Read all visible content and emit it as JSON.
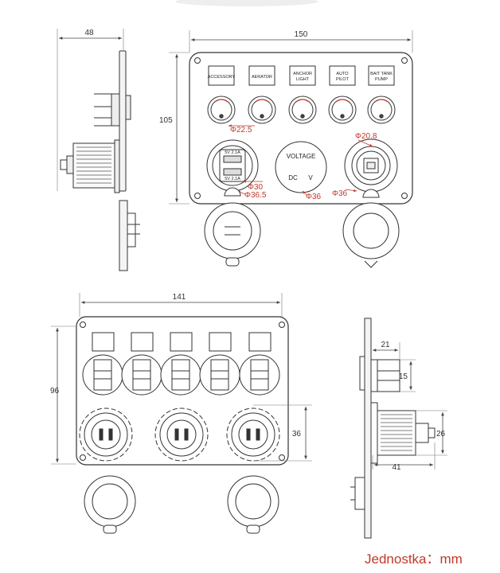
{
  "top_view": {
    "side_width": "48",
    "width": "150",
    "height": "105",
    "switch_labels": [
      [
        "ACCESSORY"
      ],
      [
        "AERATOR"
      ],
      [
        "ANCHOR",
        "LIGHT"
      ],
      [
        "AUTO",
        "PILOT"
      ],
      [
        "BAIT TANK",
        "PUMP"
      ]
    ],
    "dia_switch": "Φ22.5",
    "dia_usb_body": "Φ30",
    "dia_usb_outer": "Φ36.5",
    "dia_volt": "Φ36",
    "dia_lighter_inner": "Φ20.8",
    "dia_lighter_outer": "Φ36",
    "usb_top": "5V  2.1A",
    "usb_bottom": "5V  2.1A",
    "voltage_label": "VOLTAGE",
    "voltage_dc": "DC",
    "voltage_v": "V"
  },
  "back_view": {
    "width": "141",
    "height": "96",
    "socket_height": "36"
  },
  "side_view": {
    "a": "21",
    "b": "15",
    "c": "26",
    "d": "41"
  },
  "unit_label": "Jednostka：mm"
}
